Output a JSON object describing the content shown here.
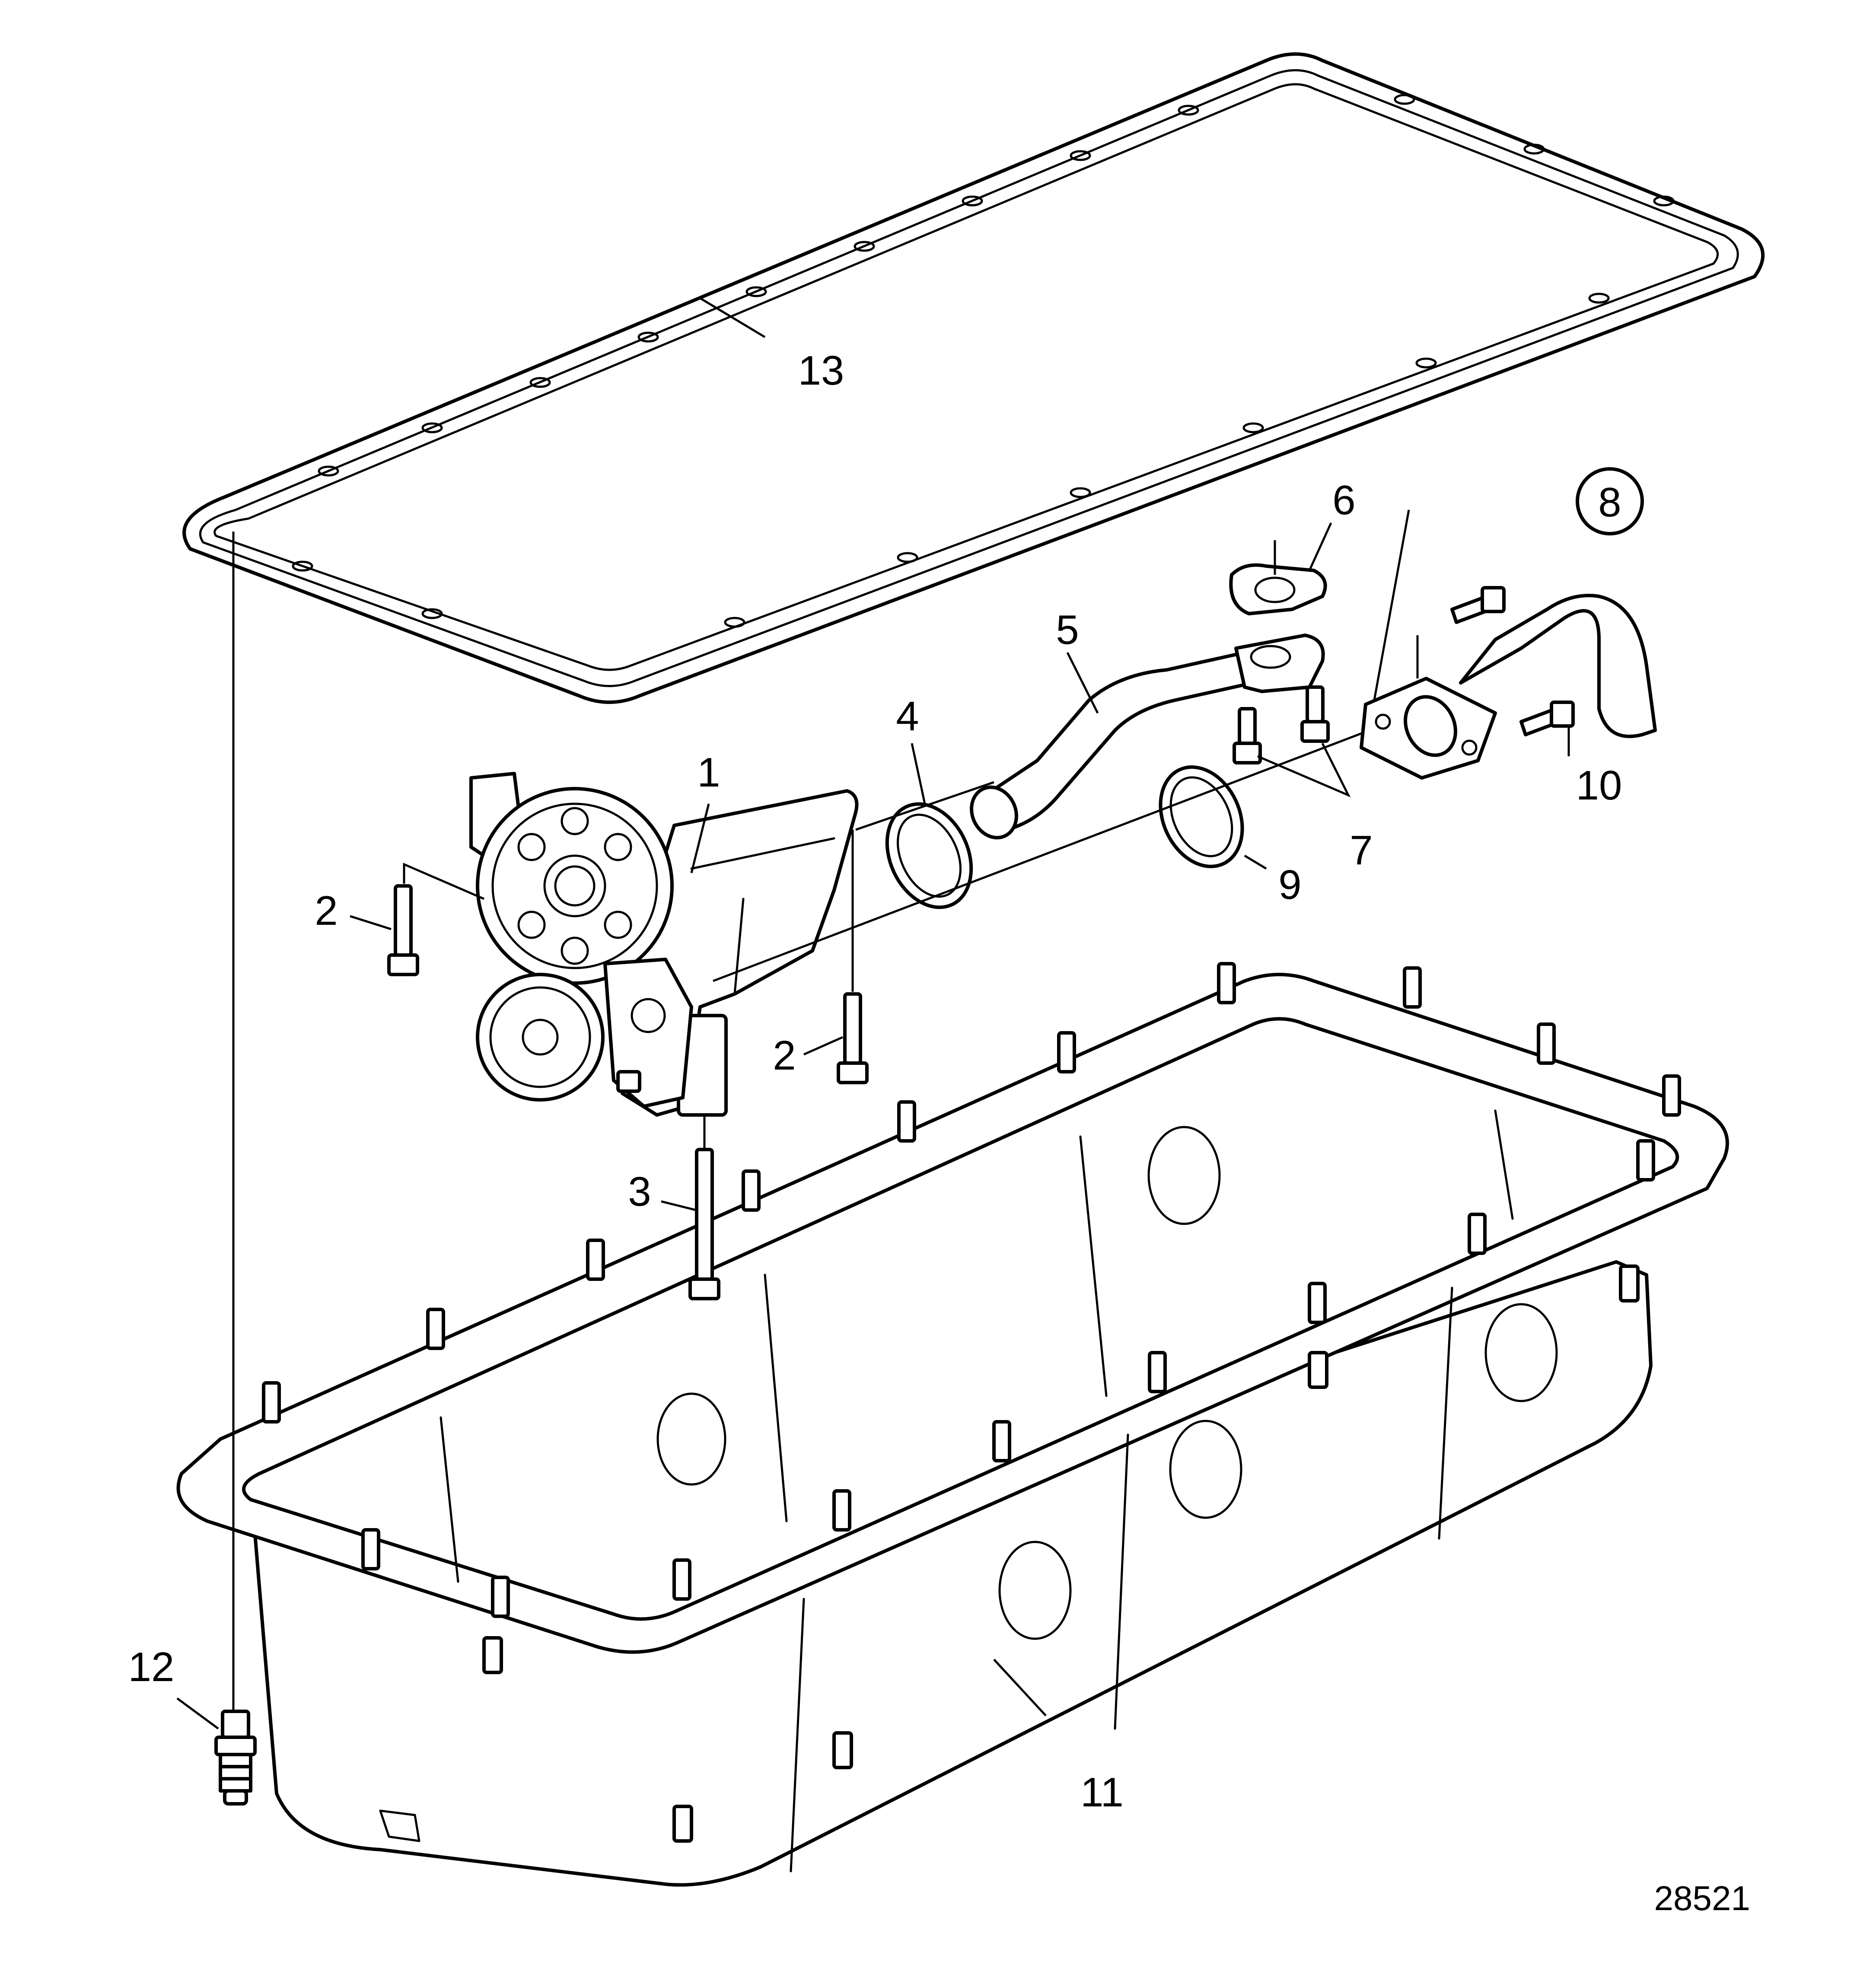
{
  "figure_number": "28521",
  "callouts": {
    "c1": "1",
    "c2a": "2",
    "c2b": "2",
    "c3": "3",
    "c4": "4",
    "c5": "5",
    "c6": "6",
    "c7": "7",
    "c8": "8",
    "c9": "9",
    "c10": "10",
    "c11": "11",
    "c12": "12",
    "c13": "13"
  }
}
